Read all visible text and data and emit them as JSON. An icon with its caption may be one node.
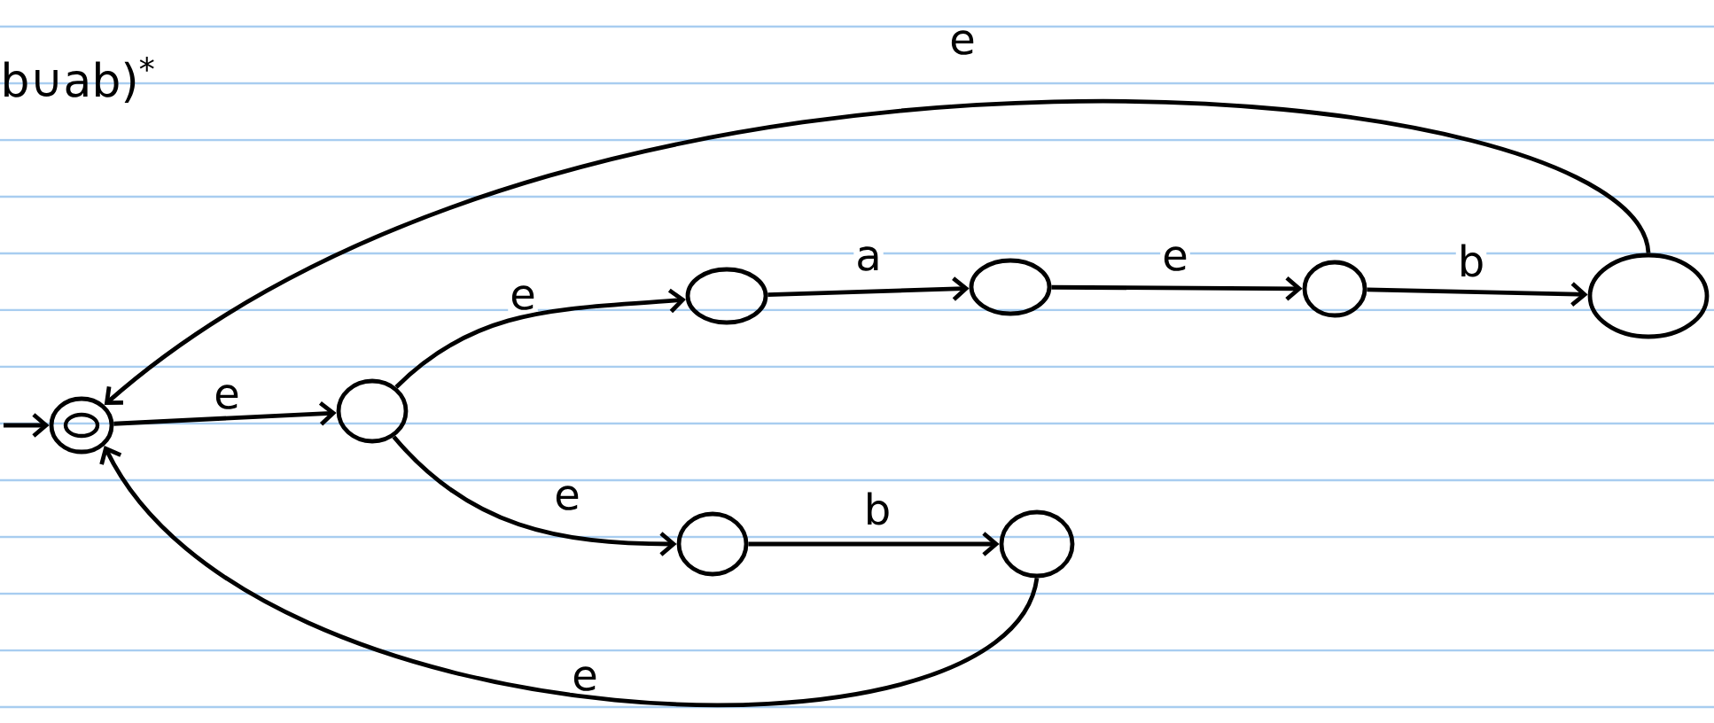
{
  "diagram": {
    "nodes": [
      {
        "text": [],
        "shape": "circle"
      },
      {
        "text": [],
        "shape": "circle"
      },
      {
        "text": [],
        "shape": "circle"
      },
      {
        "text": [],
        "shape": "circle"
      },
      {
        "text": [],
        "shape": "circle"
      },
      {
        "text": [],
        "shape": "circle"
      },
      {
        "text": [],
        "shape": "circle"
      },
      {
        "text": [],
        "shape": "circle"
      }
    ],
    "edges": [
      {
        "from": null,
        "to": 0,
        "arrow": "to"
      },
      {
        "from": 0,
        "to": 1,
        "arrow": "to",
        "label": "e"
      },
      {
        "from": 1,
        "to": 2,
        "arrow": "to",
        "label": "e"
      },
      {
        "from": 2,
        "to": 3,
        "arrow": "to",
        "label": "a"
      },
      {
        "from": 3,
        "to": 4,
        "arrow": "to",
        "label": "e"
      },
      {
        "from": 4,
        "to": 5,
        "arrow": "to",
        "label": "b"
      },
      {
        "from": 5,
        "to": 0,
        "arrow": "to",
        "label": "e"
      },
      {
        "from": 1,
        "to": 6,
        "arrow": "to",
        "label": "e"
      },
      {
        "from": 6,
        "to": 7,
        "arrow": "to",
        "label": "b"
      },
      {
        "from": 7,
        "to": 0,
        "arrow": "to",
        "label": "e"
      }
    ],
    "labels": [
      "b∪ab)$^{*}$"
    ]
  }
}
